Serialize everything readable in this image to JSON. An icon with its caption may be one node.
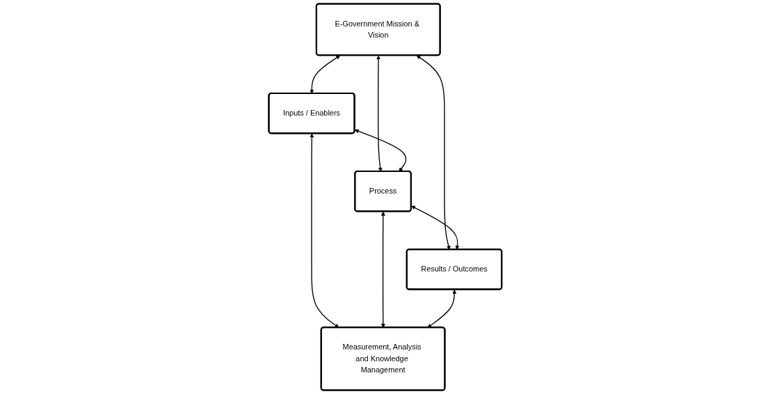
{
  "diagram": {
    "nodes": [
      {
        "text": [
          "E-Government Mission & Vision"
        ]
      },
      {
        "text": [
          "Inputs / Enablers"
        ]
      },
      {
        "text": [
          "Process"
        ]
      },
      {
        "text": [
          "Results / Outcomes"
        ]
      },
      {
        "text": [
          "Measurement, Analysis and Knowledge Management"
        ]
      }
    ],
    "edges": [
      {
        "from": 0,
        "to": 1,
        "arrow": "both"
      },
      {
        "from": 0,
        "to": 2,
        "arrow": "both"
      },
      {
        "from": 0,
        "to": 3,
        "arrow": "both"
      },
      {
        "from": 1,
        "to": 2,
        "arrow": "both"
      },
      {
        "from": 2,
        "to": 3,
        "arrow": "both"
      },
      {
        "from": 1,
        "to": 4,
        "arrow": "both"
      },
      {
        "from": 2,
        "to": 4,
        "arrow": "both"
      },
      {
        "from": 3,
        "to": 4,
        "arrow": "both"
      }
    ]
  }
}
